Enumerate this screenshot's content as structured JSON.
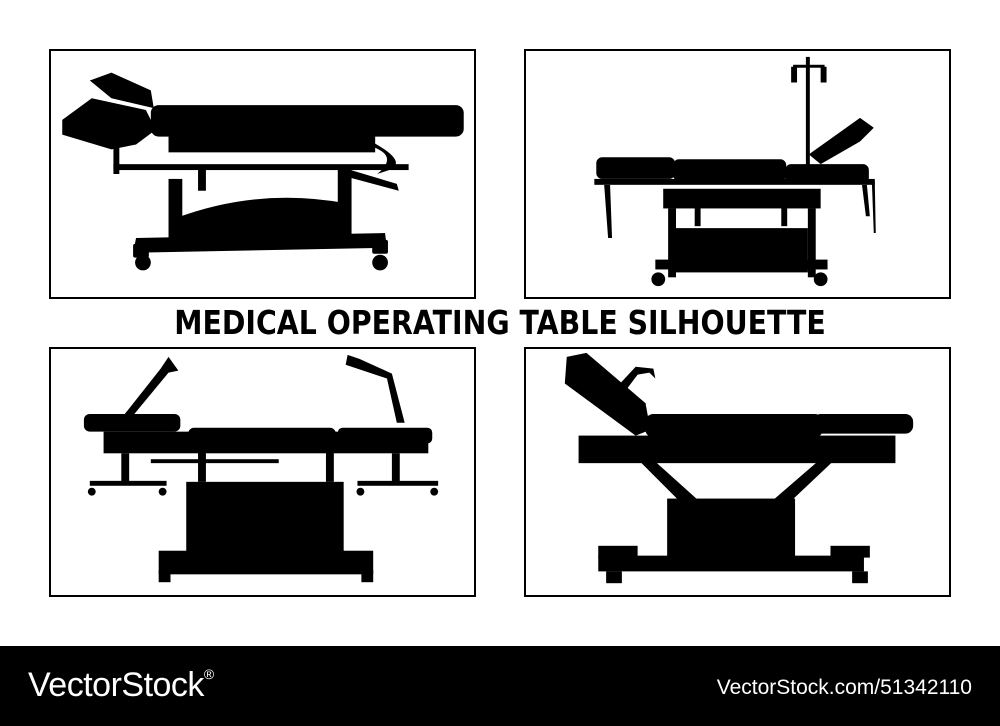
{
  "title": "MEDICAL OPERATING TABLE SILHOUETTE",
  "footer": {
    "brand": "VectorStock",
    "brand_mark": "®",
    "image_ref": "VectorStock.com/51342110"
  },
  "colors": {
    "silhouette": "#000000",
    "background": "#ffffff",
    "footer_bg": "#000000",
    "footer_text": "#ffffff"
  },
  "panels": [
    {
      "illustration": "operating-table-silhouette"
    },
    {
      "illustration": "operating-table-with-iv-pole-silhouette"
    },
    {
      "illustration": "gynecological-table-with-leg-supports-silhouette"
    },
    {
      "illustration": "reclining-operating-table-silhouette"
    }
  ]
}
